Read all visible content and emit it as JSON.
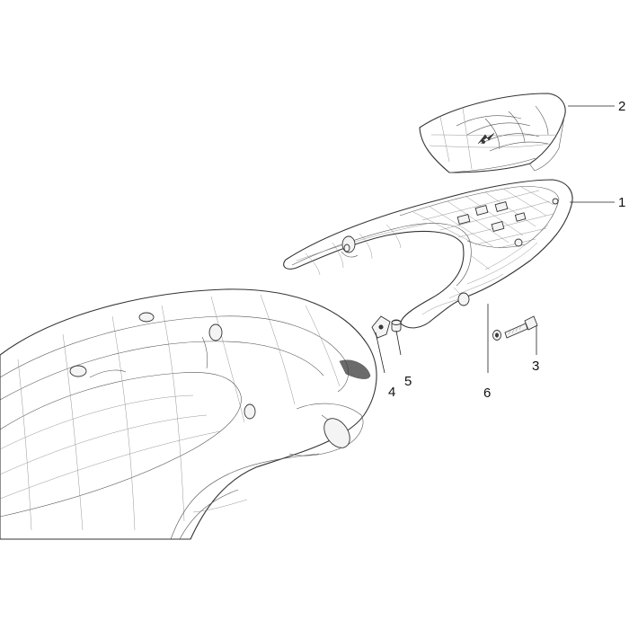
{
  "diagram": {
    "callouts": [
      {
        "id": "c2",
        "label": "2",
        "part": "rack-pad-cover"
      },
      {
        "id": "c1",
        "label": "1",
        "part": "rear-luggage-rack"
      },
      {
        "id": "c3",
        "label": "3",
        "part": "screw"
      },
      {
        "id": "c6",
        "label": "6",
        "part": "washer"
      },
      {
        "id": "c4",
        "label": "4",
        "part": "clip-nut"
      },
      {
        "id": "c5",
        "label": "5",
        "part": "spacer"
      }
    ]
  }
}
